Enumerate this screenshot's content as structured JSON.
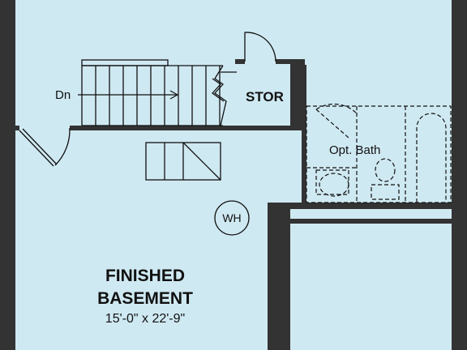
{
  "colors": {
    "room_fill": "#cfe9f2",
    "wall": "#333333",
    "line": "#111111"
  },
  "labels": {
    "stairs_direction": "Dn",
    "storage": "STOR",
    "bath": "Opt. Bath",
    "water_heater": "WH",
    "room_name_line1": "FINISHED",
    "room_name_line2": "BASEMENT",
    "room_dimensions": "15'-0\" x 22'-9\""
  }
}
